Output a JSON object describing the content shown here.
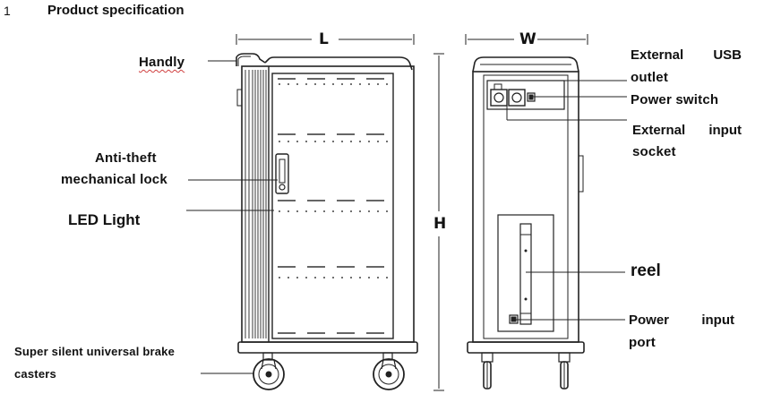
{
  "section": {
    "number": "1",
    "title": "Product specification"
  },
  "dimensions": {
    "length": "L",
    "width": "W",
    "height": "H"
  },
  "labels": {
    "handly": "Handly",
    "lock_line1": "Anti-theft",
    "lock_line2": "mechanical lock",
    "led": "LED Light",
    "casters_line1": "Super silent universal brake",
    "casters_line2": "casters",
    "usb_word1": "External",
    "usb_word2": "USB",
    "usb_line2": "outlet",
    "power_switch": "Power switch",
    "input_word1": "External",
    "input_word2": "input",
    "input_line2": "socket",
    "reel": "reel",
    "port_word1": "Power",
    "port_word2": "input",
    "port_line2": "port"
  }
}
